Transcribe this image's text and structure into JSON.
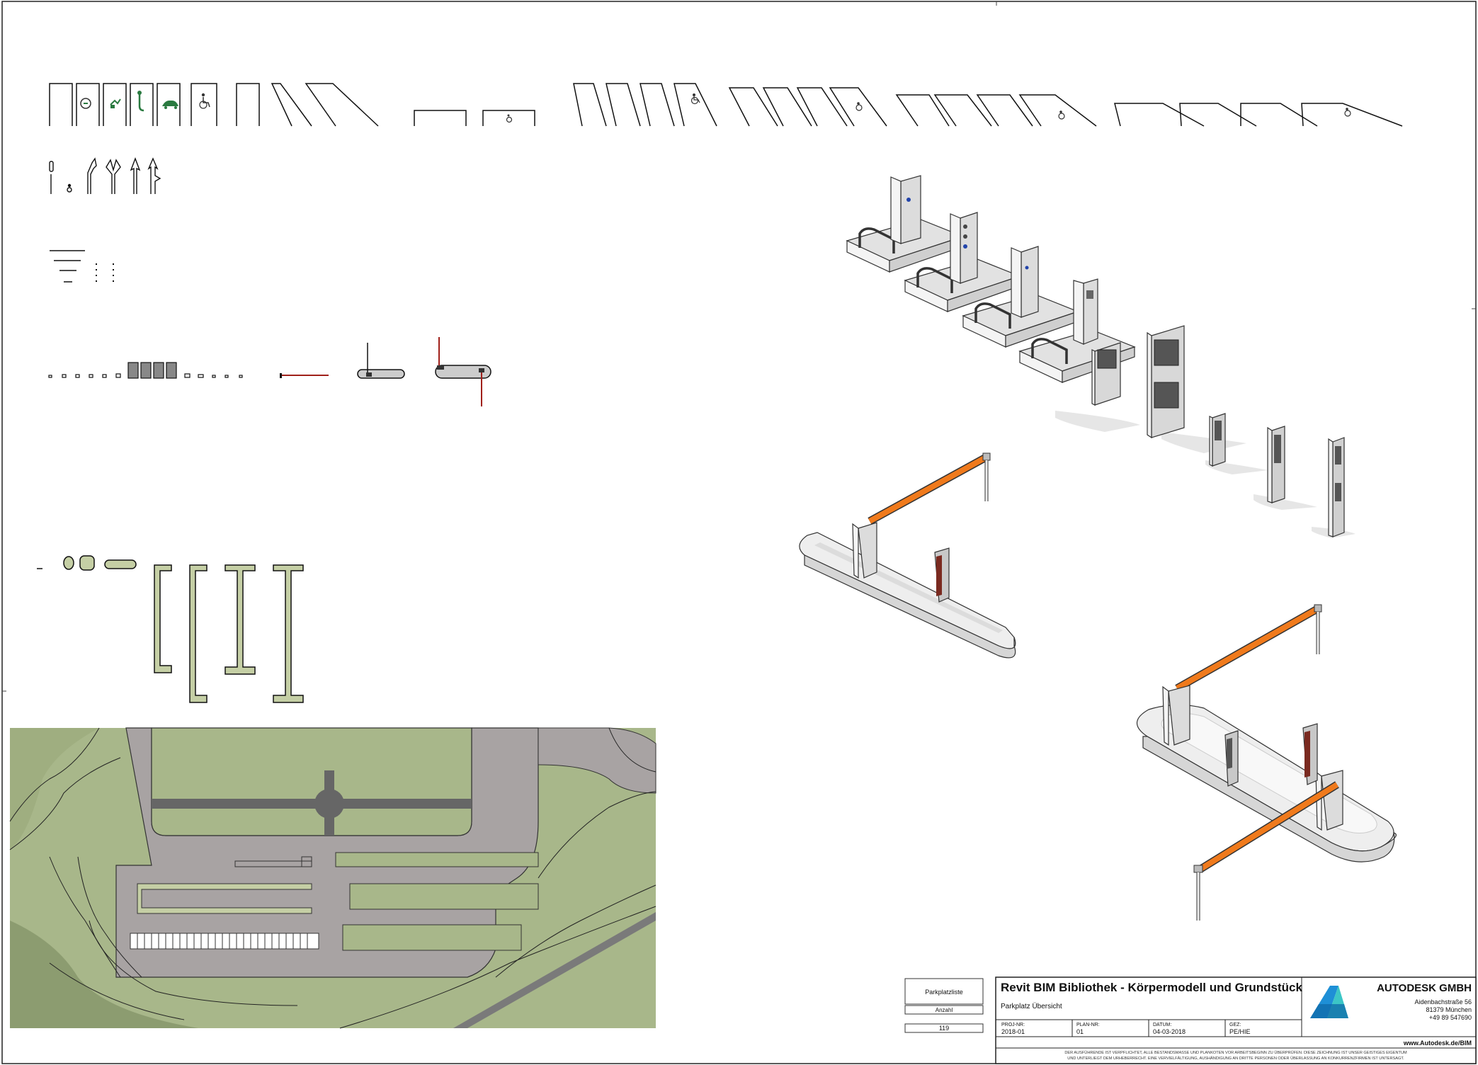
{
  "schedule": {
    "title": "Parkplatzliste",
    "column_header": "Anzahl",
    "value": "119"
  },
  "title_block": {
    "project_title": "Revit BIM Bibliothek - Körpermodell und Grundstück",
    "sheet_name": "Parkplatz Übersicht",
    "fields": [
      {
        "label": "PROJ-NR:",
        "value": "2018-01"
      },
      {
        "label": "PLAN-NR:",
        "value": "01"
      },
      {
        "label": "DATUM:",
        "value": "04-03-2018"
      },
      {
        "label": "GEZ:",
        "value": "PE/HIE"
      }
    ],
    "company": {
      "name": "AUTODESK GMBH",
      "street": "Aidenbachstraße 56",
      "city": "81379 München",
      "phone": "+49 89 547690",
      "website": "www.Autodesk.de/BIM"
    },
    "disclaimer_line1": "DER AUSFÜHRENDE IST VERPFLICHTET, ALLE BESTANDSMASSE UND PLANKOTEN VOR ARBEITSBEGINN ZU ÜBERPRÜFEN. DIESE ZEICHNUNG IST UNSER GEISTIGES EIGENTUM",
    "disclaimer_line2": "UND UNTERLIEGT DEM URHEBERRECHT. EINE VERVIELFÄLTIGUNG, AUSHÄNDIGUNG AN DRITTE PERSONEN ODER ÜBERLASSUNG AN KONKURRENZFIRMEN IST UNTERSAGT."
  },
  "colors": {
    "line": "#111111",
    "grass": "#a8b78a",
    "grass_dark": "#8c9c70",
    "road": "#a8a3a3",
    "island": "#c5cfa5",
    "barrier": "#f07a1c",
    "logo_blue": "#1e8fd6",
    "logo_teal": "#3cc6c6",
    "red_line": "#a0201a"
  },
  "icons": [
    "ev-charging-icon",
    "wheelchair-icon",
    "car-icon",
    "arrow-icon",
    "autodesk-logo-icon"
  ]
}
